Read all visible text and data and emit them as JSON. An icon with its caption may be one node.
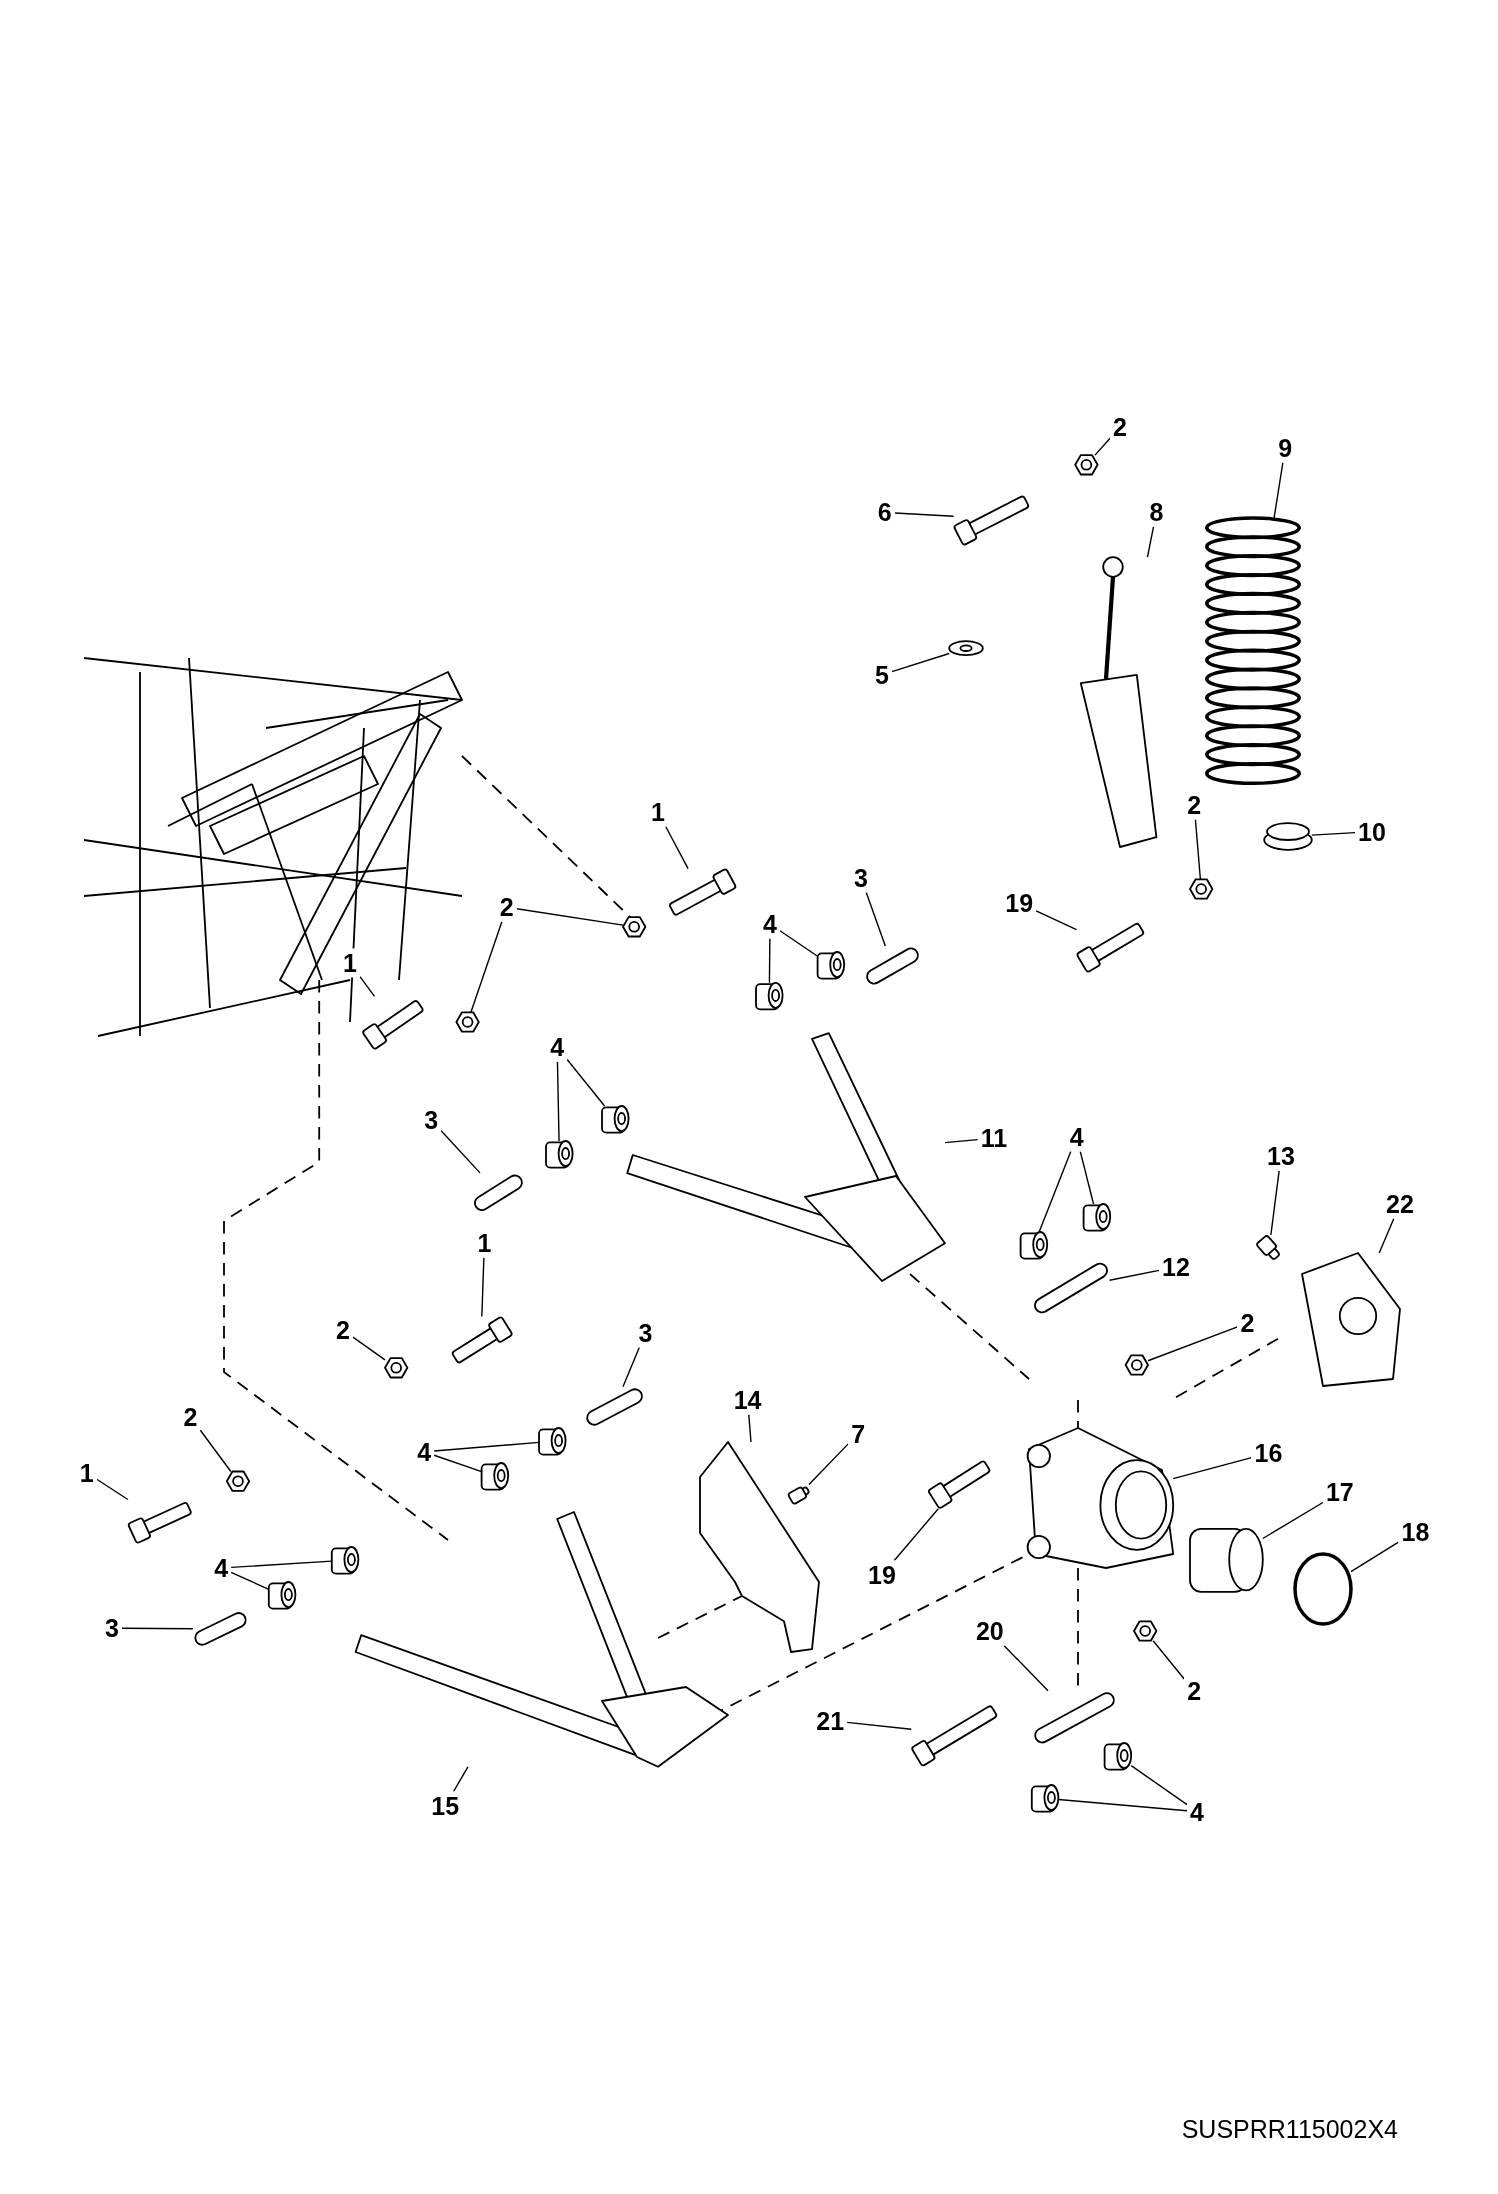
{
  "diagram": {
    "nodes": [
      {
        "text": [
          "2"
        ]
      },
      {
        "text": [
          "9"
        ]
      },
      {
        "text": [
          "6"
        ]
      },
      {
        "text": [
          "8"
        ]
      },
      {
        "text": [
          "5"
        ]
      },
      {
        "text": [
          "1"
        ]
      },
      {
        "text": [
          "3"
        ]
      },
      {
        "text": [
          "2"
        ]
      },
      {
        "text": [
          "10"
        ]
      },
      {
        "text": [
          "19"
        ]
      },
      {
        "text": [
          "2"
        ]
      },
      {
        "text": [
          "4"
        ]
      },
      {
        "text": [
          "1"
        ]
      },
      {
        "text": [
          "4"
        ]
      },
      {
        "text": [
          "3"
        ]
      },
      {
        "text": [
          "11"
        ]
      },
      {
        "text": [
          "4"
        ]
      },
      {
        "text": [
          "13"
        ]
      },
      {
        "text": [
          "22"
        ]
      },
      {
        "text": [
          "12"
        ]
      },
      {
        "text": [
          "1"
        ]
      },
      {
        "text": [
          "2"
        ]
      },
      {
        "text": [
          "2"
        ]
      },
      {
        "text": [
          "3"
        ]
      },
      {
        "text": [
          "14"
        ]
      },
      {
        "text": [
          "7"
        ]
      },
      {
        "text": [
          "16"
        ]
      },
      {
        "text": [
          "2"
        ]
      },
      {
        "text": [
          "4"
        ]
      },
      {
        "text": [
          "1"
        ]
      },
      {
        "text": [
          "17"
        ]
      },
      {
        "text": [
          "18"
        ]
      },
      {
        "text": [
          "19"
        ]
      },
      {
        "text": [
          "4"
        ]
      },
      {
        "text": [
          "3"
        ]
      },
      {
        "text": [
          "20"
        ]
      },
      {
        "text": [
          "2"
        ]
      },
      {
        "text": [
          "21"
        ]
      },
      {
        "text": [
          "15"
        ]
      },
      {
        "text": [
          "4"
        ]
      },
      {
        "text": [],
        "shape": "picture"
      },
      {
        "text": [],
        "shape": "picture"
      },
      {
        "text": [],
        "shape": "bolt"
      },
      {
        "text": [],
        "shape": "picture"
      },
      {
        "text": [],
        "shape": "picture"
      },
      {
        "text": [],
        "shape": "bolt"
      },
      {
        "text": [],
        "shape": "bar"
      },
      {
        "text": [],
        "shape": "picture"
      },
      {
        "text": [],
        "shape": "ellipse"
      },
      {
        "text": [],
        "shape": "bolt"
      },
      {
        "text": [],
        "shape": "picture"
      },
      {
        "text": [],
        "shape": "picture"
      },
      {
        "text": [],
        "shape": "picture"
      },
      {
        "text": [],
        "shape": "picture"
      },
      {
        "text": [],
        "shape": "bolt"
      },
      {
        "text": [],
        "shape": "picture"
      },
      {
        "text": [],
        "shape": "picture"
      },
      {
        "text": [],
        "shape": "bar"
      },
      {
        "text": [],
        "shape": "picture"
      },
      {
        "text": [],
        "shape": "picture"
      },
      {
        "text": [],
        "shape": "picture"
      },
      {
        "text": [],
        "shape": "bolt"
      },
      {
        "text": [],
        "shape": "picture"
      },
      {
        "text": [],
        "shape": "bar"
      },
      {
        "text": [],
        "shape": "bolt"
      },
      {
        "text": [],
        "shape": "picture"
      },
      {
        "text": [],
        "shape": "picture"
      },
      {
        "text": [],
        "shape": "bar"
      },
      {
        "text": [],
        "shape": "picture"
      },
      {
        "text": [],
        "shape": "bolt"
      },
      {
        "text": [],
        "shape": "picture"
      },
      {
        "text": [],
        "shape": "picture"
      },
      {
        "text": [],
        "shape": "picture"
      },
      {
        "text": [],
        "shape": "picture"
      },
      {
        "text": [],
        "shape": "bolt"
      },
      {
        "text": [],
        "shape": "cylinder"
      },
      {
        "text": [],
        "shape": "circle"
      },
      {
        "text": [],
        "shape": "bolt"
      },
      {
        "text": [],
        "shape": "picture"
      },
      {
        "text": [],
        "shape": "picture"
      },
      {
        "text": [],
        "shape": "bar"
      },
      {
        "text": [],
        "shape": "bar"
      },
      {
        "text": [],
        "shape": "picture"
      },
      {
        "text": [],
        "shape": "bolt"
      },
      {
        "text": [],
        "shape": "picture"
      },
      {
        "text": [],
        "shape": "picture"
      },
      {
        "text": [],
        "shape": "picture"
      }
    ],
    "edges": [
      {
        "from": 0,
        "to": 40,
        "arrow": "none"
      },
      {
        "from": 1,
        "to": 41,
        "arrow": "none"
      },
      {
        "from": 2,
        "to": 42,
        "arrow": "none"
      },
      {
        "from": 3,
        "to": 43,
        "arrow": "none"
      },
      {
        "from": 4,
        "to": 44,
        "arrow": "none"
      },
      {
        "from": 5,
        "to": 45,
        "arrow": "none"
      },
      {
        "from": 6,
        "to": 46,
        "arrow": "none"
      },
      {
        "from": 7,
        "to": 47,
        "arrow": "none"
      },
      {
        "from": 8,
        "to": 48,
        "arrow": "none"
      },
      {
        "from": 9,
        "to": 49,
        "arrow": "none"
      },
      {
        "from": 10,
        "to": 50,
        "arrow": "none"
      },
      {
        "from": 10,
        "to": 51,
        "arrow": "none"
      },
      {
        "from": 11,
        "to": 52,
        "arrow": "none"
      },
      {
        "from": 11,
        "to": 53,
        "arrow": "none"
      },
      {
        "from": 12,
        "to": 54,
        "arrow": "none"
      },
      {
        "from": 13,
        "to": 55,
        "arrow": "none"
      },
      {
        "from": 13,
        "to": 56,
        "arrow": "none"
      },
      {
        "from": 14,
        "to": 57,
        "arrow": "none"
      },
      {
        "from": 15,
        "to": 58,
        "arrow": "none"
      },
      {
        "from": 16,
        "to": 59,
        "arrow": "none"
      },
      {
        "from": 16,
        "to": 60,
        "arrow": "none"
      },
      {
        "from": 17,
        "to": 61,
        "arrow": "none"
      },
      {
        "from": 18,
        "to": 62,
        "arrow": "none"
      },
      {
        "from": 19,
        "to": 63,
        "arrow": "none"
      },
      {
        "from": 20,
        "to": 64,
        "arrow": "none"
      },
      {
        "from": 21,
        "to": 65,
        "arrow": "none"
      },
      {
        "from": 22,
        "to": 66,
        "arrow": "none"
      },
      {
        "from": 23,
        "to": 67,
        "arrow": "none"
      },
      {
        "from": 24,
        "to": 68,
        "arrow": "none"
      },
      {
        "from": 25,
        "to": 69,
        "arrow": "none"
      },
      {
        "from": 26,
        "to": 70,
        "arrow": "none"
      },
      {
        "from": 27,
        "to": 71,
        "arrow": "none"
      },
      {
        "from": 28,
        "to": 72,
        "arrow": "none"
      },
      {
        "from": 28,
        "to": 73,
        "arrow": "none"
      },
      {
        "from": 29,
        "to": 74,
        "arrow": "none"
      },
      {
        "from": 30,
        "to": 75,
        "arrow": "none"
      },
      {
        "from": 31,
        "to": 76,
        "arrow": "none"
      },
      {
        "from": 32,
        "to": 77,
        "arrow": "none"
      },
      {
        "from": 33,
        "to": 78,
        "arrow": "none"
      },
      {
        "from": 33,
        "to": 79,
        "arrow": "none"
      },
      {
        "from": 34,
        "to": 80,
        "arrow": "none"
      },
      {
        "from": 35,
        "to": 81,
        "arrow": "none"
      },
      {
        "from": 36,
        "to": 82,
        "arrow": "none"
      },
      {
        "from": 37,
        "to": 83,
        "arrow": "none"
      },
      {
        "from": 38,
        "to": 84,
        "arrow": "none"
      },
      {
        "from": 39,
        "to": 85,
        "arrow": "none"
      },
      {
        "from": 39,
        "to": 86,
        "arrow": "none"
      }
    ],
    "labels": [
      "SUSPRR115002X4"
    ]
  }
}
